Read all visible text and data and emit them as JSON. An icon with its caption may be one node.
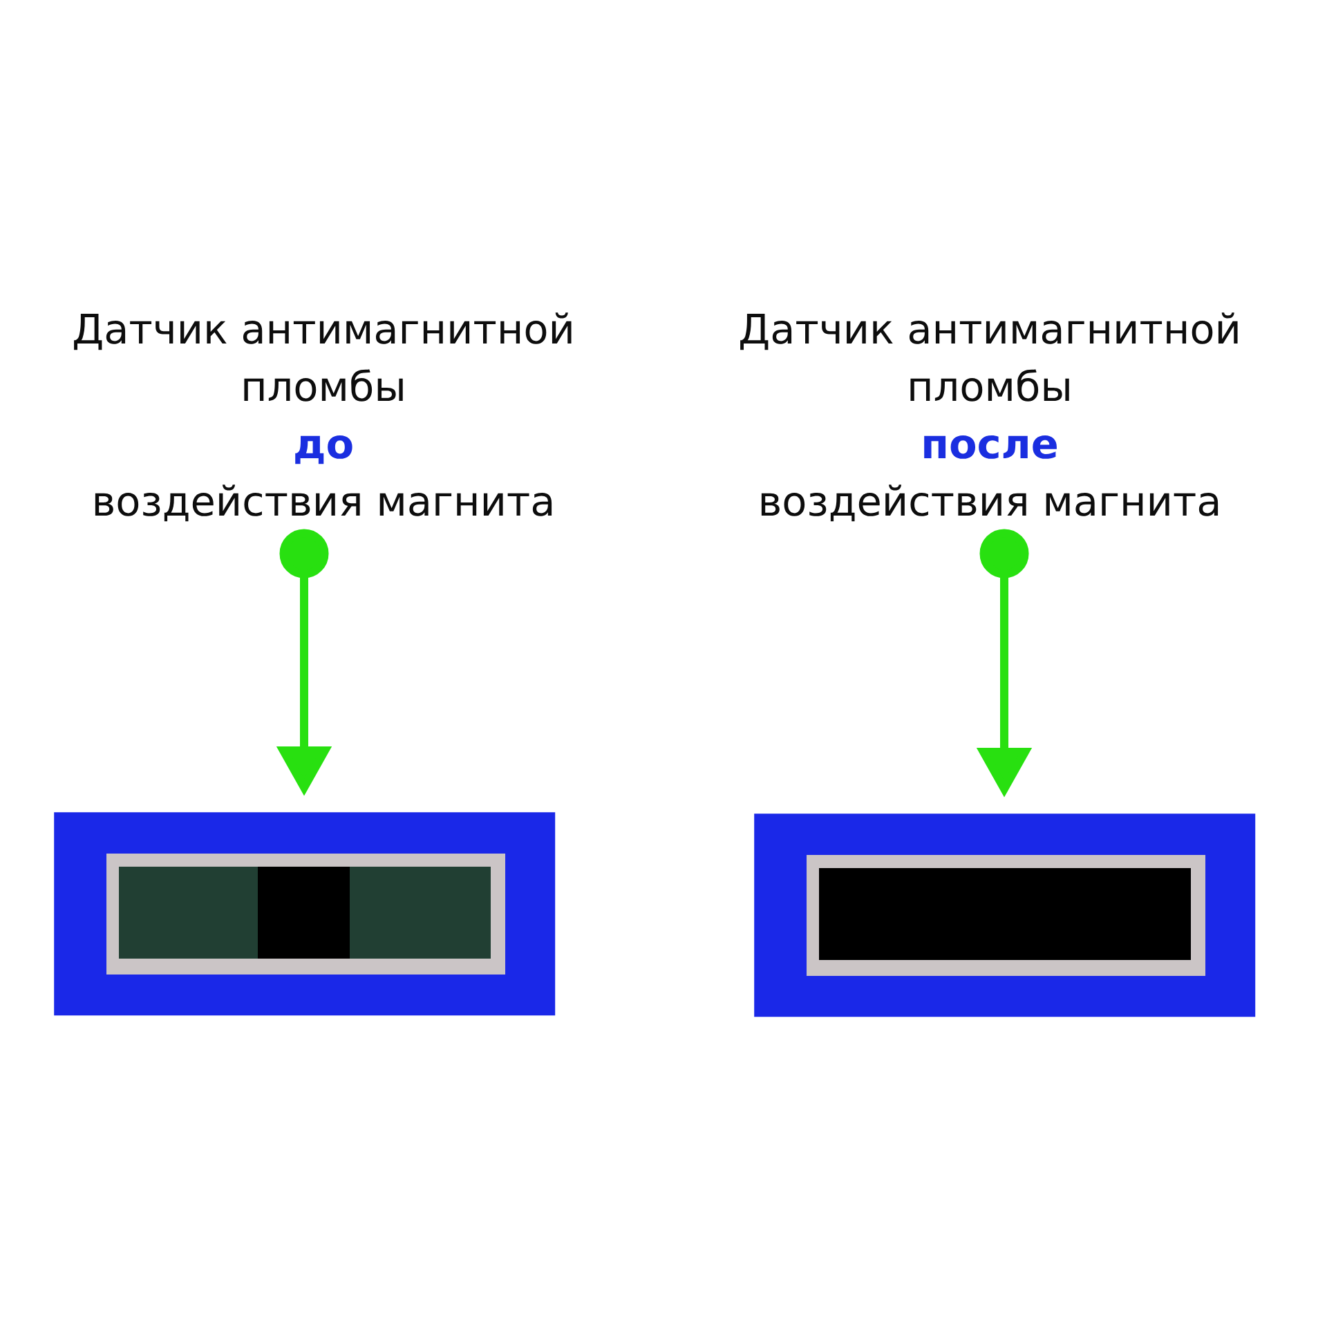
{
  "diagram": {
    "nodes": [
      {
        "text": [
          "Датчик антимагнитной пломбы",
          "до",
          "воздействия магнита"
        ]
      },
      {
        "text": [],
        "shape": "box"
      },
      {
        "text": [
          "Датчик антимагнитной пломбы",
          "после",
          "воздействия магнита"
        ]
      },
      {
        "text": [],
        "shape": "box"
      }
    ],
    "edges": [
      {
        "from": 0,
        "to": 1,
        "arrow": "to"
      },
      {
        "from": 2,
        "to": 3,
        "arrow": "to"
      }
    ]
  }
}
